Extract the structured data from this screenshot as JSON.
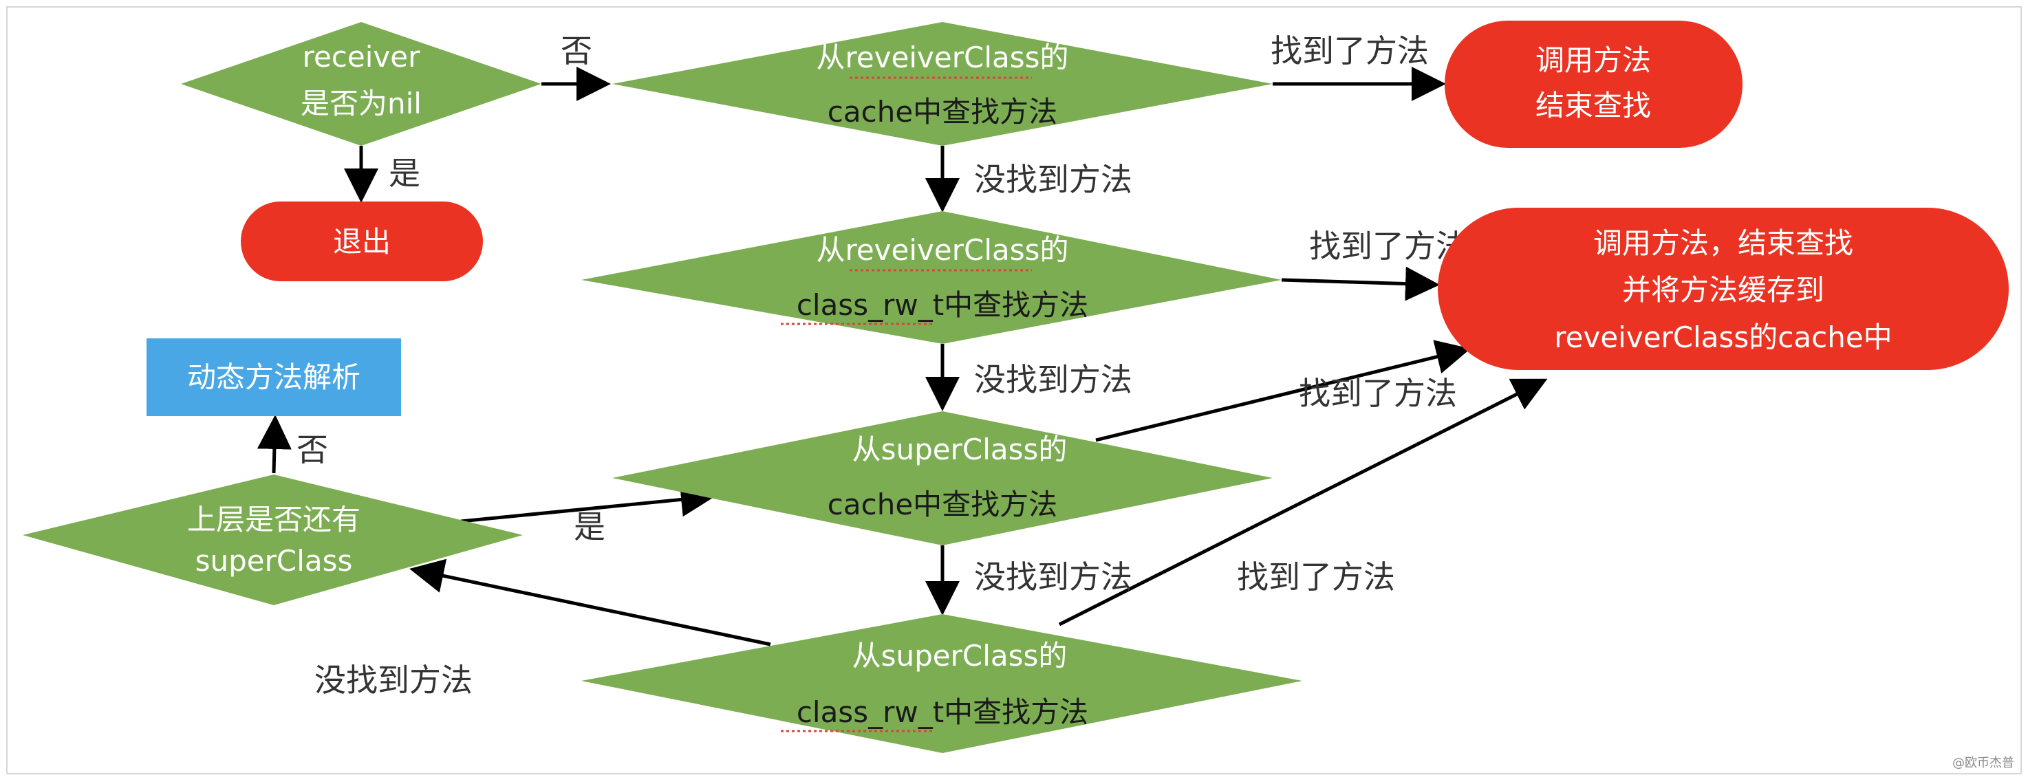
{
  "colors": {
    "decision": "#7cad52",
    "terminal": "#ea3323",
    "process": "#4aa7e6",
    "edge": "#000000",
    "label": "#333333",
    "underline": "#d9453b"
  },
  "nodes": {
    "receiver_nil": {
      "shape": "diamond",
      "lines": [
        "receiver",
        "是否为nil"
      ]
    },
    "exit": {
      "shape": "terminal",
      "lines": [
        "退出"
      ]
    },
    "recv_cache": {
      "shape": "diamond",
      "lines": [
        "从reveiverClass的",
        "cache中查找方法"
      ]
    },
    "call_end_1": {
      "shape": "terminal",
      "lines": [
        "调用方法",
        "结束查找"
      ]
    },
    "recv_rw": {
      "shape": "diamond",
      "lines": [
        "从reveiverClass的",
        "class_rw_t中查找方法"
      ]
    },
    "call_cache": {
      "shape": "terminal",
      "lines": [
        "调用方法，结束查找",
        "并将方法缓存到",
        "reveiverClass的cache中"
      ]
    },
    "dynamic": {
      "shape": "process",
      "lines": [
        "动态方法解析"
      ]
    },
    "super_cache": {
      "shape": "diamond",
      "lines": [
        "从superClass的",
        "cache中查找方法"
      ]
    },
    "has_super": {
      "shape": "diamond",
      "lines": [
        "上层是否还有",
        "superClass"
      ]
    },
    "super_rw": {
      "shape": "diamond",
      "lines": [
        "从superClass的",
        "class_rw_t中查找方法"
      ]
    }
  },
  "edge_labels": {
    "no_1": "否",
    "yes_1": "是",
    "found_1": "找到了方法",
    "notfound_1": "没找到方法",
    "found_2": "找到了方法",
    "notfound_2": "没找到方法",
    "found_3": "找到了方法",
    "no_2": "否",
    "yes_2": "是",
    "notfound_3": "没找到方法",
    "found_4": "找到了方法",
    "notfound_4": "没找到方法"
  },
  "watermark": "@欧币杰普"
}
